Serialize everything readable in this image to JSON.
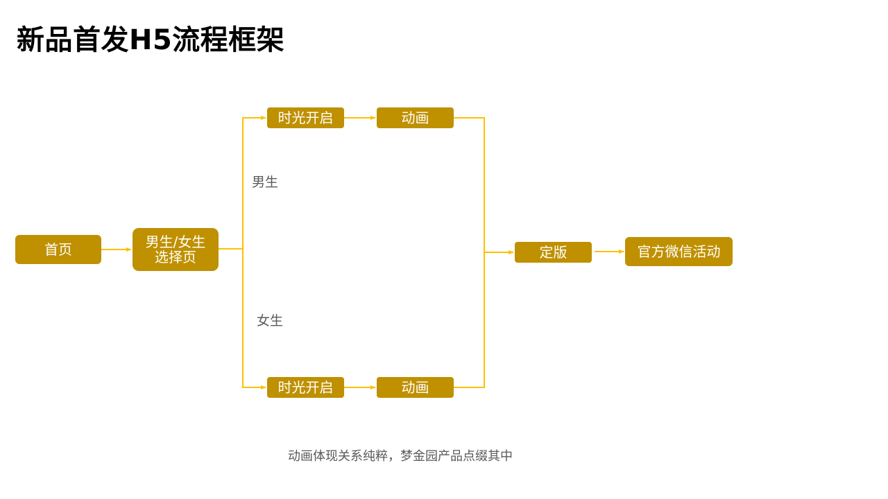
{
  "title": "新品首发H5流程框架",
  "colors": {
    "node_fill": "#BF9000",
    "node_text": "#FFFFFF",
    "connector": "#FFC000",
    "label_text": "#595959"
  },
  "nodes": {
    "home": "首页",
    "gender_select": [
      "男生/女生",
      "选择页"
    ],
    "male_time": "时光开启",
    "male_anim": "动画",
    "female_time": "时光开启",
    "female_anim": "动画",
    "finalize": "定版",
    "wechat": "官方微信活动"
  },
  "branch_labels": {
    "male": "男生",
    "female": "女生"
  },
  "caption": "动画体现关系纯粹，梦金园产品点缀其中"
}
